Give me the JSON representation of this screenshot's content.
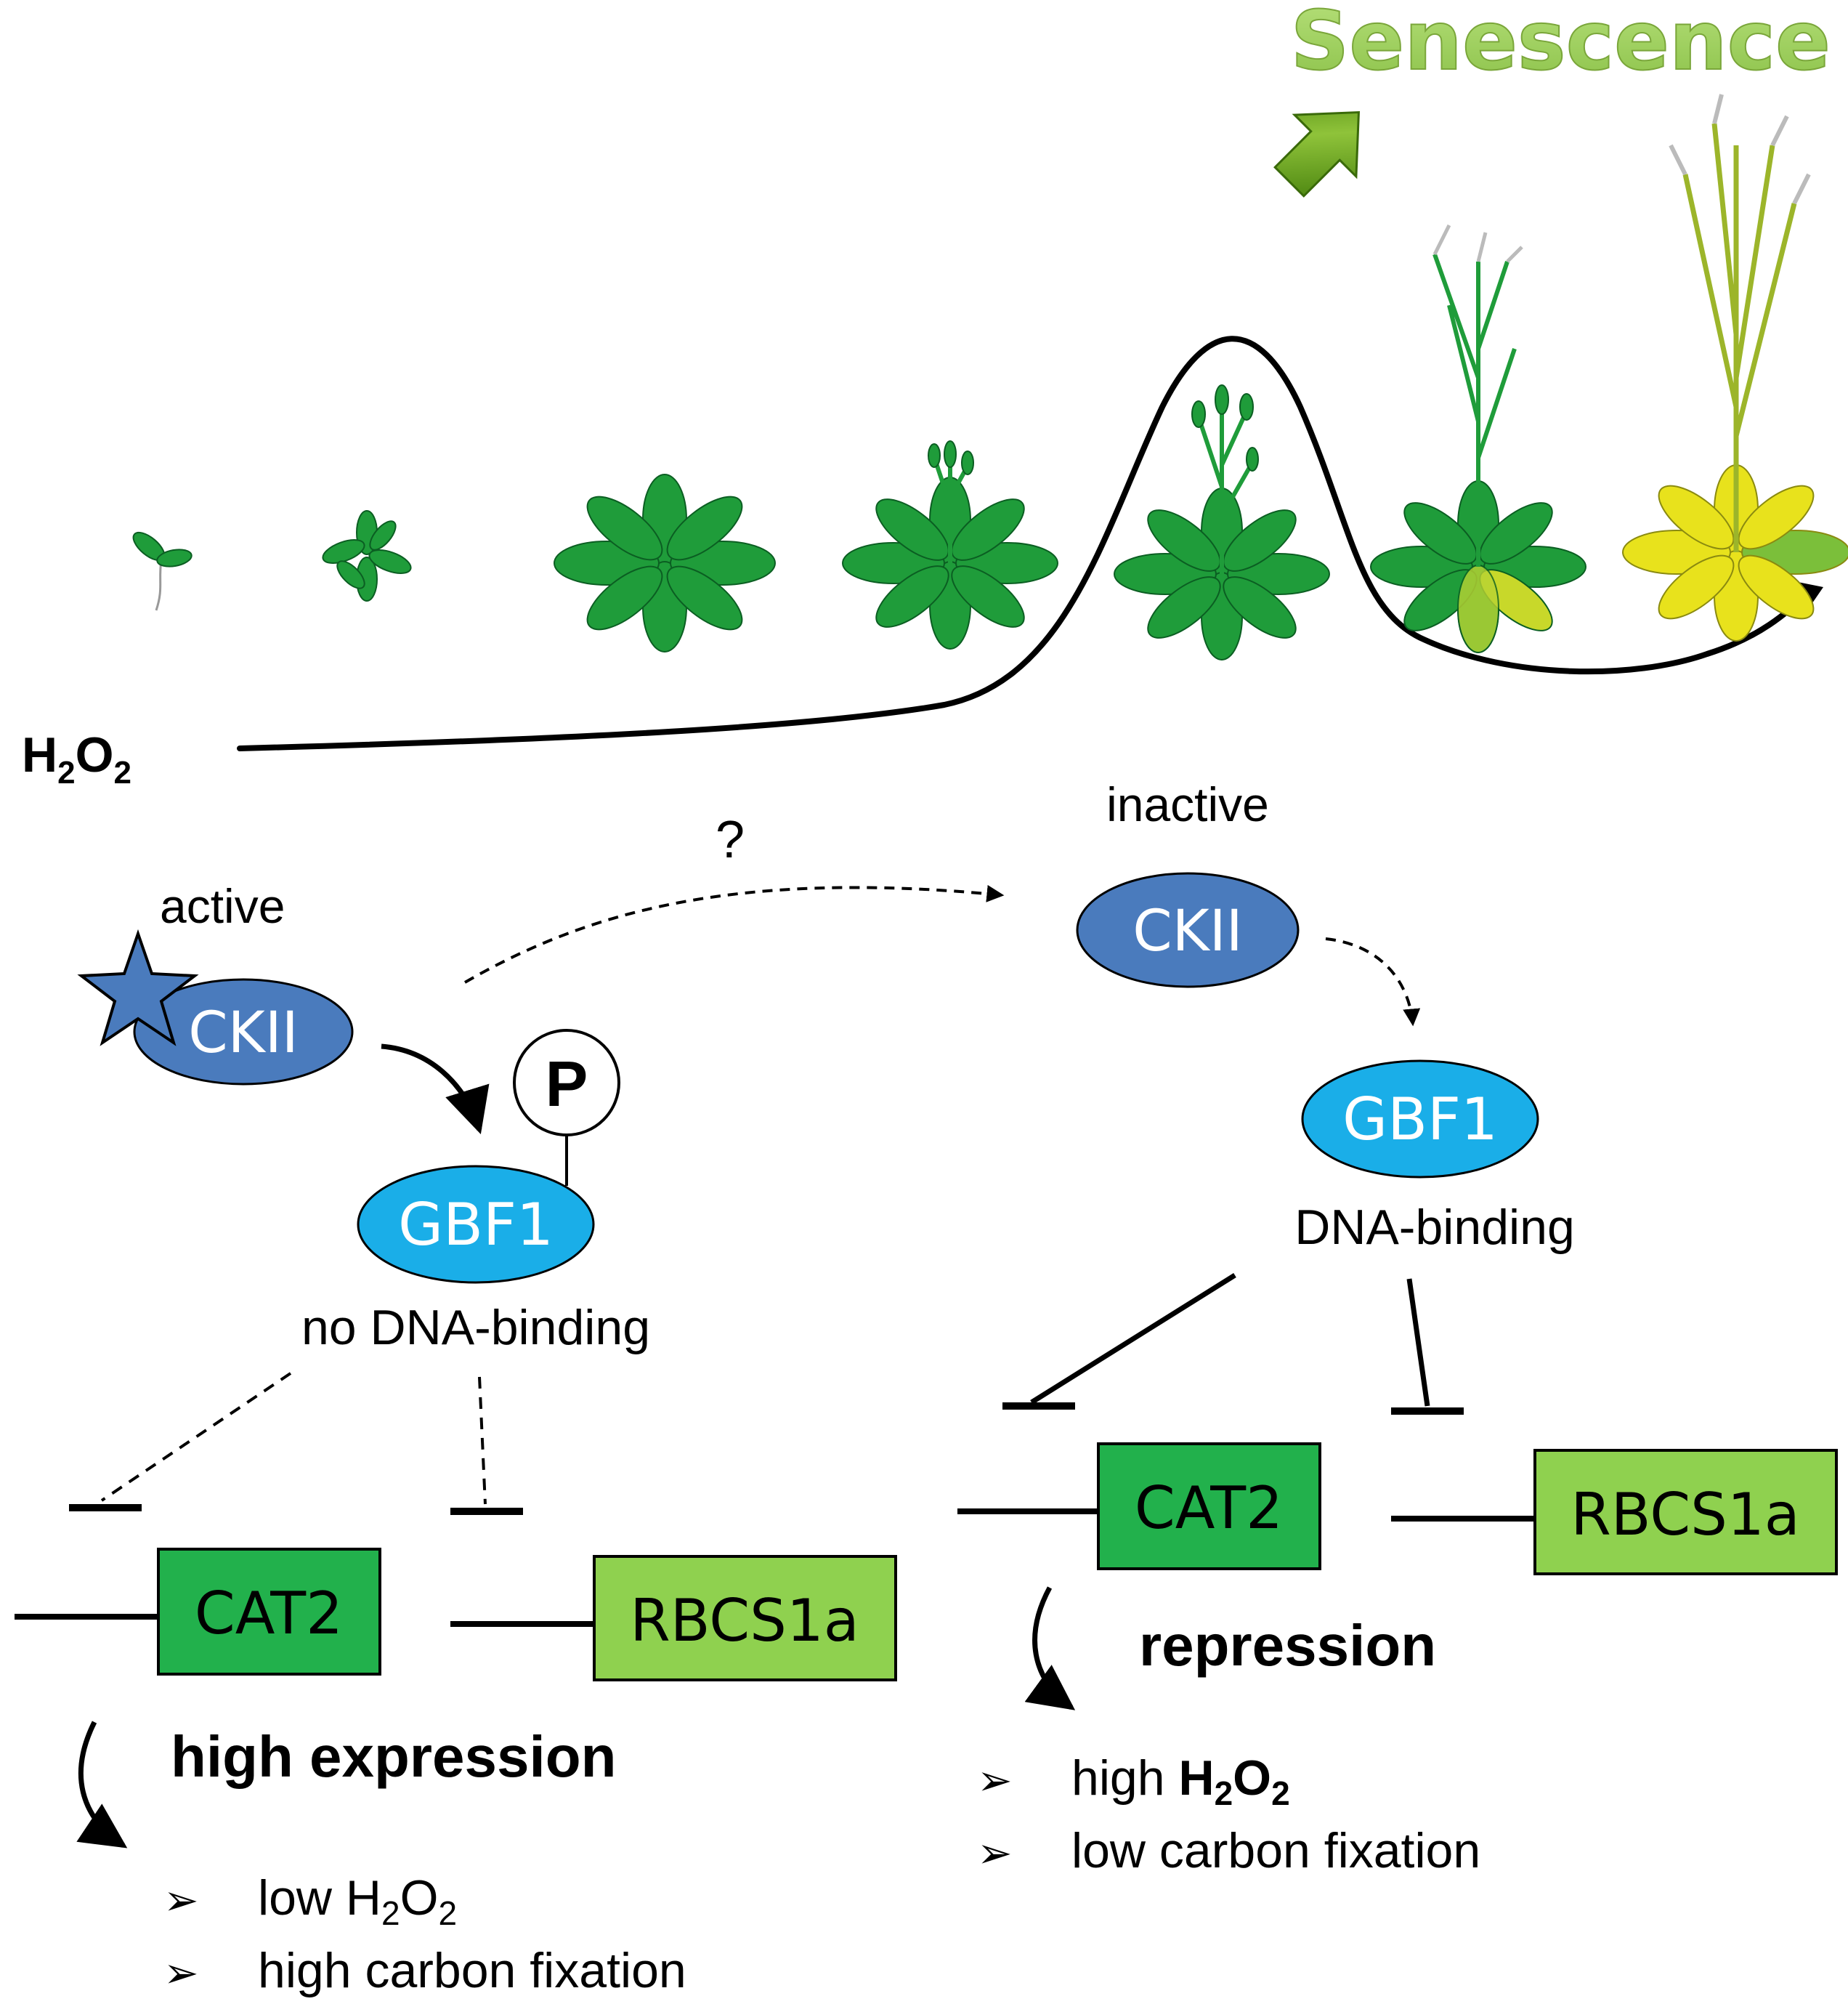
{
  "title": "Senescence",
  "h2o2_label": {
    "base": "H",
    "sub1": "2",
    "mid": "O",
    "sub2": "2"
  },
  "left": {
    "ckii_state": "active",
    "ckii_label": "CKII",
    "phospho_label": "P",
    "gbf1_label": "GBF1",
    "gbf1_note": "no DNA-binding",
    "gene1": "CAT2",
    "gene2": "RBCS1a",
    "outcome": "high expression",
    "bullet1": {
      "prefix": "low H",
      "sub1": "2",
      "mid": "O",
      "sub2": "2"
    },
    "bullet2": "high carbon fixation"
  },
  "middle": {
    "question": "?"
  },
  "right": {
    "ckii_state": "inactive",
    "ckii_label": "CKII",
    "gbf1_label": "GBF1",
    "gbf1_note": "DNA-binding",
    "gene1": "CAT2",
    "gene2": "RBCS1a",
    "outcome": "repression",
    "bullet1": {
      "prefix": "high ",
      "base": "H",
      "sub1": "2",
      "mid": "O",
      "sub2": "2"
    },
    "bullet2": "low carbon fixation"
  },
  "bullet_marker": "➢",
  "colors": {
    "title": "#9ccc54",
    "ckii": "#4a7bbd",
    "gbf1": "#1aaee8",
    "cat2_box": "#22b14c",
    "rbcs1a_box": "#8fd14f",
    "plant_green": "#1f9c3a",
    "plant_yellow": "#e8e21c",
    "curve": "#000000",
    "arrow_green": "#4f8a10"
  }
}
